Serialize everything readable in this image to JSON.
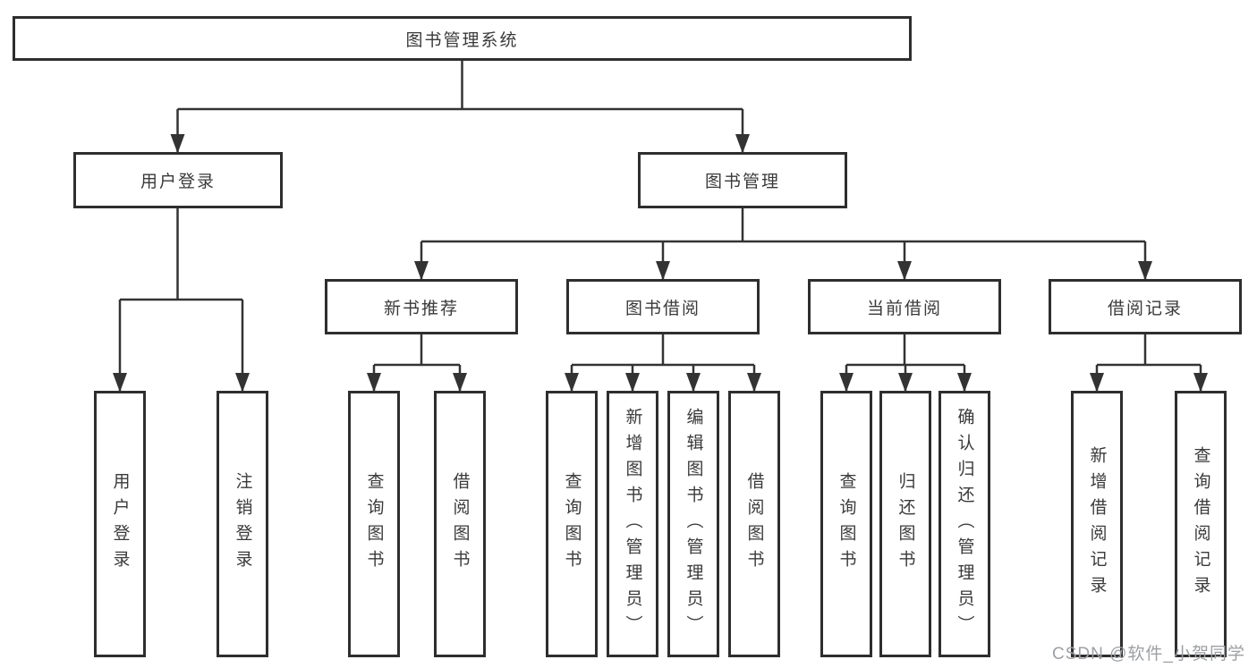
{
  "diagram_title": "图书管理系统",
  "tree": {
    "root": {
      "label": "图书管理系统",
      "children": [
        {
          "label": "用户登录",
          "children": [
            {
              "label": "用户登录"
            },
            {
              "label": "注销登录"
            }
          ]
        },
        {
          "label": "图书管理",
          "children": [
            {
              "label": "新书推荐",
              "children": [
                {
                  "label": "查询图书"
                },
                {
                  "label": "借阅图书"
                }
              ]
            },
            {
              "label": "图书借阅",
              "children": [
                {
                  "label": "查询图书"
                },
                {
                  "label": "新增图书（管理员）"
                },
                {
                  "label": "编辑图书（管理员）"
                },
                {
                  "label": "借阅图书"
                }
              ]
            },
            {
              "label": "当前借阅",
              "children": [
                {
                  "label": "查询图书"
                },
                {
                  "label": "归还图书"
                },
                {
                  "label": "确认归还（管理员）"
                }
              ]
            },
            {
              "label": "借阅记录",
              "children": [
                {
                  "label": "新增借阅记录"
                },
                {
                  "label": "查询借阅记录"
                }
              ]
            }
          ]
        }
      ]
    }
  },
  "watermark": {
    "text": "CSDN @软件_小贺同学"
  },
  "colors": {
    "background": "#ffffff",
    "line": "#333333",
    "box_border": "#2e2e2e",
    "box_fill": "#ffffff",
    "text": "#3a3a3a",
    "watermark_text": "#9da0a3"
  }
}
